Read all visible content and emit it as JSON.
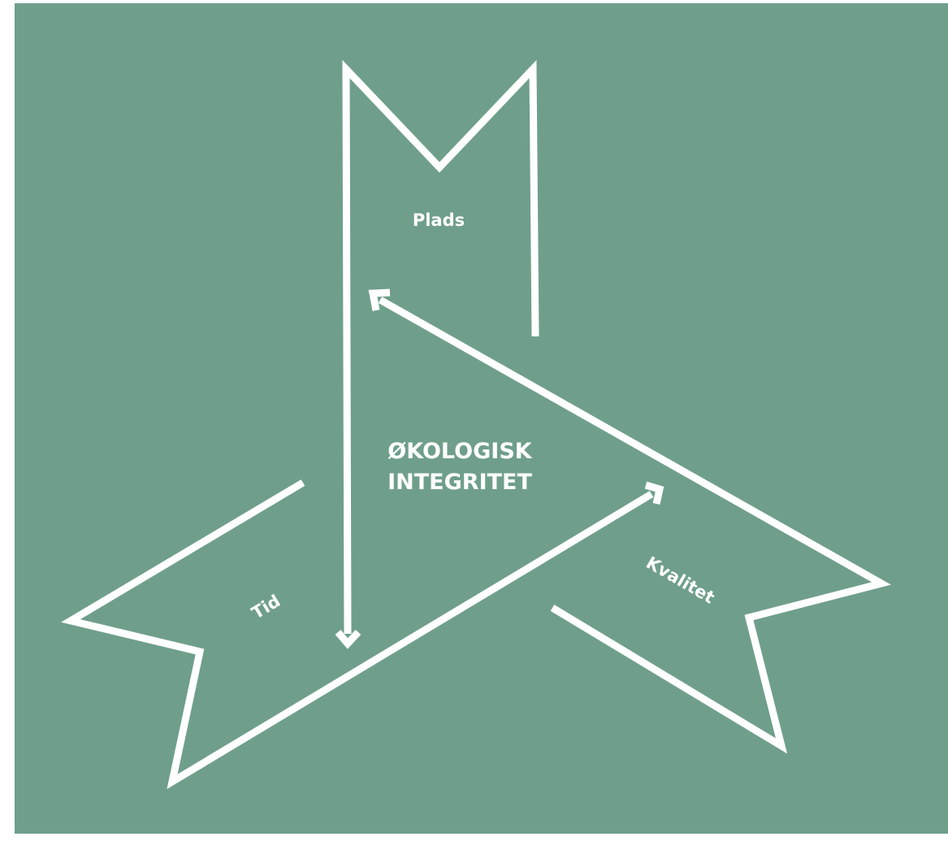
{
  "colors": {
    "background": "#6f9f8b",
    "stroke": "#ffffff",
    "text": "#ffffff"
  },
  "labels": {
    "plads": "Plads",
    "tid": "Tid",
    "kvalitet": "Kvalitet",
    "center_line1": "ØKOLOGISK",
    "center_line2": "INTEGRITET"
  }
}
